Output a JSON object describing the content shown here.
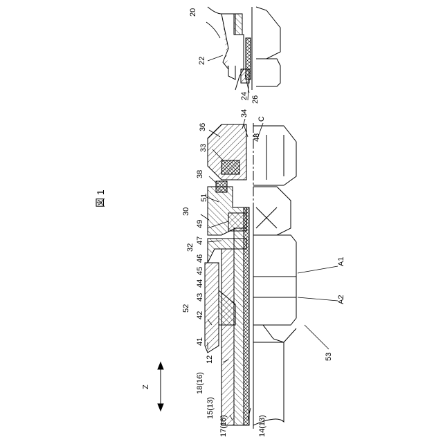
{
  "figure": {
    "title": "図 1",
    "axis_label": "Z",
    "centerline_label": "C"
  },
  "reference_labels": [
    "20",
    "22",
    "24",
    "26",
    "34",
    "36",
    "33",
    "38",
    "51",
    "30",
    "49",
    "47",
    "32",
    "46",
    "45",
    "44",
    "43",
    "52",
    "42",
    "41",
    "12",
    "18(16)",
    "15(13)",
    "17(16)",
    "14(13)",
    "48",
    "A1",
    "A2",
    "53"
  ],
  "colors": {
    "line": "#000000",
    "background": "#ffffff"
  }
}
